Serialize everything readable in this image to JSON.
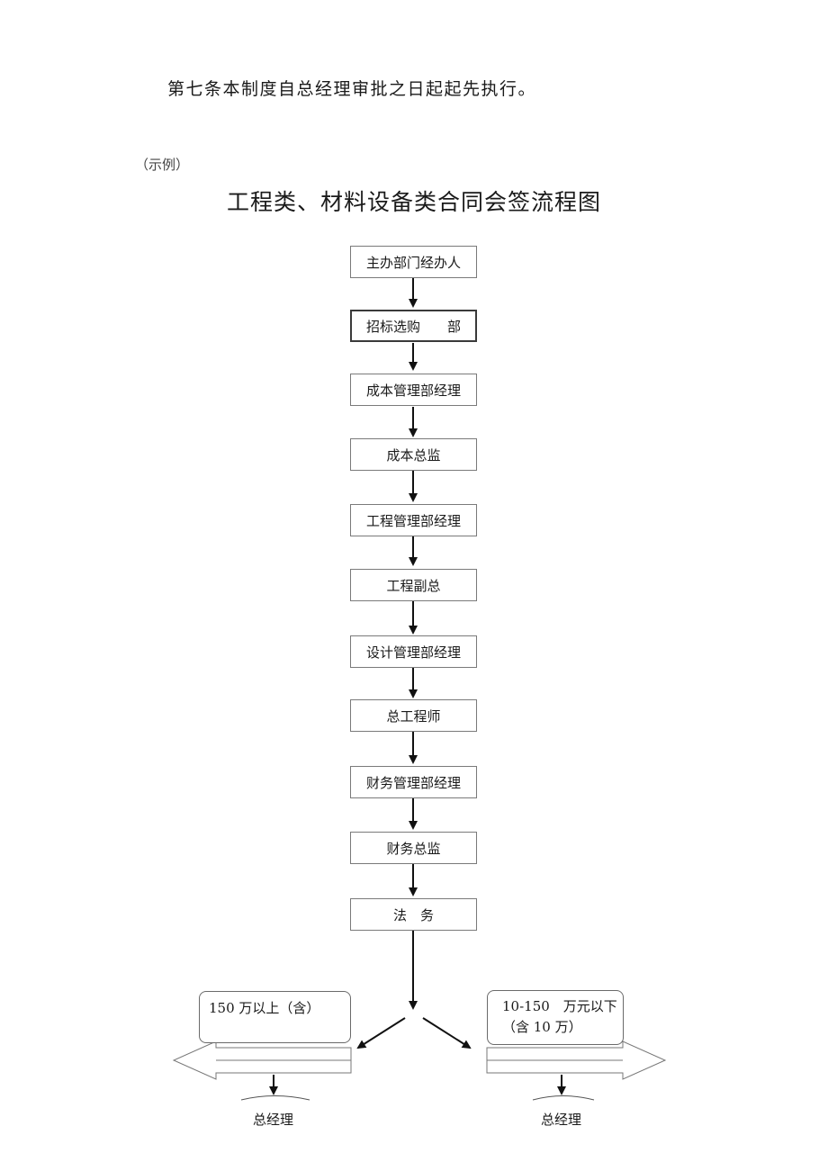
{
  "article_text": "第七条本制度自总经理审批之日起起先执行。",
  "example_label": "（示例）",
  "title": "工程类、材料设备类合同会签流程图",
  "steps": [
    "主办部门经办人",
    "招标选购　　部",
    "成本管理部经理",
    "成本总监",
    "工程管理部经理",
    "工程副总",
    "设计管理部经理",
    "总工程师",
    "财务管理部经理",
    "财务总监",
    "法　务"
  ],
  "branches": {
    "left": {
      "condition": "150 万以上（含）",
      "approver": "总经理"
    },
    "right": {
      "condition_line1": "10-150　万元以下",
      "condition_line2": "（含 10 万）",
      "approver": "总经理"
    }
  }
}
